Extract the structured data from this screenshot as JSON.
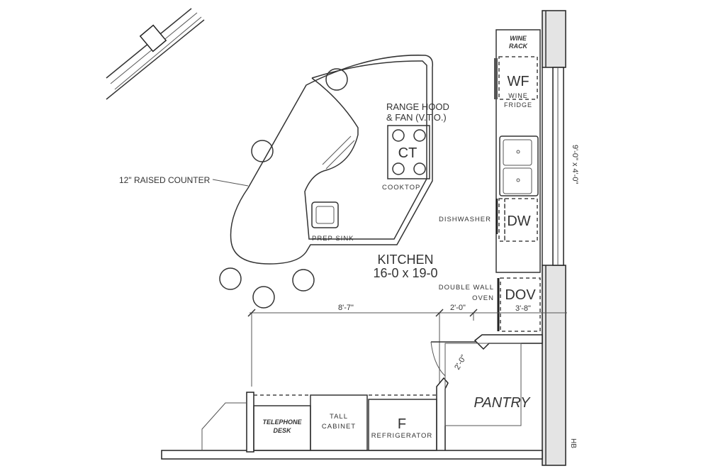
{
  "labels": {
    "wine_rack_1": "WINE",
    "wine_rack_2": "RACK",
    "wf_code": "WF",
    "wf_name_1": "WINE",
    "wf_name_2": "FRIDGE",
    "range_hood_1": "RANGE HOOD",
    "range_hood_2": "& FAN (V.T.O.)",
    "ct_code": "CT",
    "cooktop": "COOKTOP",
    "raised_counter": "12\" RAISED COUNTER",
    "prep_sink": "PREP SINK",
    "dishwasher": "DISHWASHER",
    "dw_code": "DW",
    "kitchen_name": "KITCHEN",
    "kitchen_size": "16-0 x 19-0",
    "double_wall_oven_1": "DOUBLE WALL",
    "double_wall_oven_2": "OVEN",
    "dov_code": "DOV",
    "pantry": "PANTRY",
    "telephone_desk_1": "TELEPHONE",
    "telephone_desk_2": "DESK",
    "tall_cabinet_1": "TALL",
    "tall_cabinet_2": "CABINET",
    "f_code": "F",
    "refrigerator": "REFRIGERATOR",
    "window_size": "9'-0\" x 4'-0\"",
    "wall_note": "HB"
  },
  "dimensions": {
    "d1": "8'-7\"",
    "d2": "2'-0\"",
    "d3": "3'-8\"",
    "door": "2'-0\""
  }
}
